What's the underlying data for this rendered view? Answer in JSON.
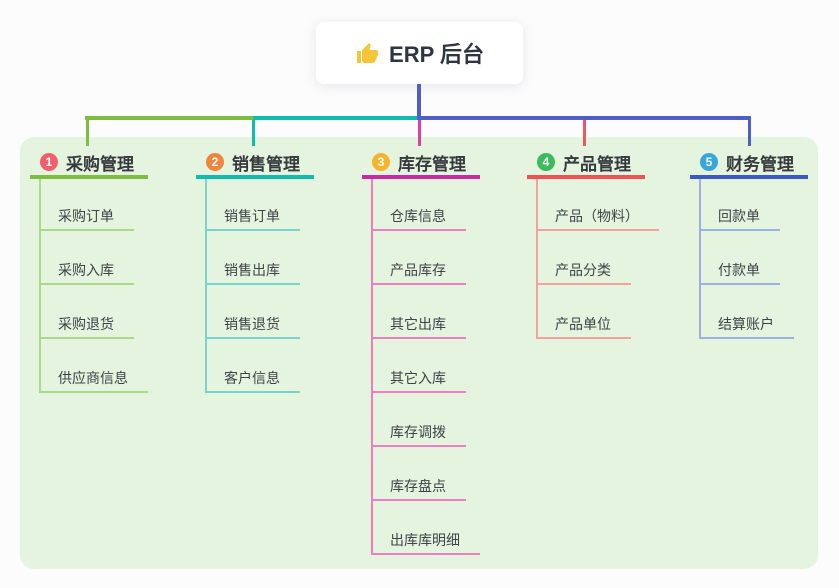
{
  "root": {
    "icon": "thumbs-up-icon",
    "label": "ERP 后台"
  },
  "connectors": {
    "trunk_color": "#4d5fc9",
    "left_segment_color": "#7dbd41",
    "mid_segment_color": "#0fbcae",
    "right_segment_color": "#4d5fc9"
  },
  "panel": {
    "background": "#e4f4df"
  },
  "branches": [
    {
      "index": "1",
      "label": "采购管理",
      "badge_color": "#f25f6e",
      "line_color": "#7dbd41",
      "child_line_color": "#abd88a",
      "drop_color": "#7dbd41",
      "children": [
        "采购订单",
        "采购入库",
        "采购退货",
        "供应商信息"
      ]
    },
    {
      "index": "2",
      "label": "销售管理",
      "badge_color": "#f0853f",
      "line_color": "#0fbcae",
      "child_line_color": "#79d4cb",
      "drop_color": "#0fbcae",
      "children": [
        "销售订单",
        "销售出库",
        "销售退货",
        "客户信息"
      ]
    },
    {
      "index": "3",
      "label": "库存管理",
      "badge_color": "#f6b42d",
      "line_color": "#c929a3",
      "child_line_color": "#f07cc1",
      "drop_color": "#e03fa2",
      "children": [
        "仓库信息",
        "产品库存",
        "其它出库",
        "其它入库",
        "库存调拨",
        "库存盘点",
        "出库库明细"
      ]
    },
    {
      "index": "4",
      "label": "产品管理",
      "badge_color": "#3cba5e",
      "line_color": "#f05253",
      "child_line_color": "#f59fa0",
      "drop_color": "#f05562",
      "children": [
        "产品（物料）",
        "产品分类",
        "产品单位"
      ]
    },
    {
      "index": "5",
      "label": "财务管理",
      "badge_color": "#38a6da",
      "line_color": "#3c58c6",
      "child_line_color": "#9db0e2",
      "drop_color": "#4d5fc9",
      "children": [
        "回款单",
        "付款单",
        "结算账户"
      ]
    }
  ]
}
